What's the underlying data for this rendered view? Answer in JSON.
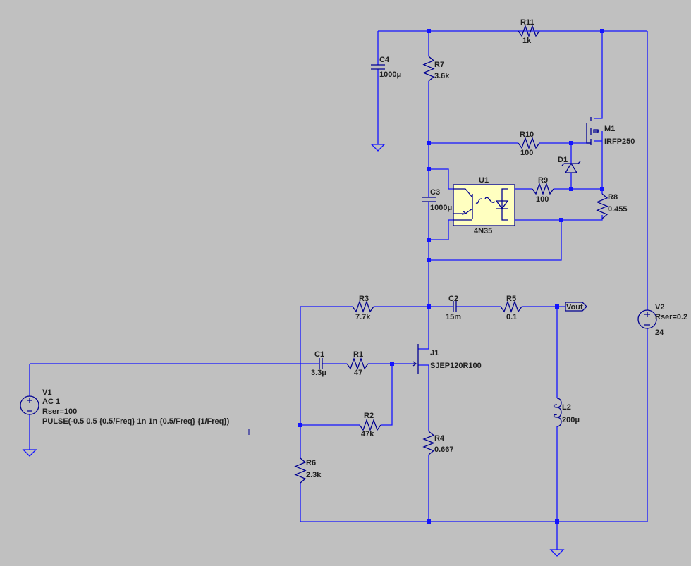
{
  "colors": {
    "background": "#c0c0c0",
    "wire": "#1414ff",
    "component": "#000090",
    "optocoupler_fill": "#ffffc0"
  },
  "components": {
    "R11": {
      "name": "R11",
      "value": "1k"
    },
    "C4": {
      "name": "C4",
      "value": "1000μ"
    },
    "R7": {
      "name": "R7",
      "value": "3.6k"
    },
    "R10": {
      "name": "R10",
      "value": "100"
    },
    "M1": {
      "name": "M1",
      "value": "IRFP250"
    },
    "D1": {
      "name": "D1"
    },
    "U1": {
      "name": "U1",
      "value": "4N35"
    },
    "R9": {
      "name": "R9",
      "value": "100"
    },
    "R8": {
      "name": "R8",
      "value": "0.455"
    },
    "C3": {
      "name": "C3",
      "value": "1000μ"
    },
    "R3": {
      "name": "R3",
      "value": "7.7k"
    },
    "C2": {
      "name": "C2",
      "value": "15m"
    },
    "R5": {
      "name": "R5",
      "value": "0.1"
    },
    "L2": {
      "name": "L2",
      "value": "200μ"
    },
    "V2": {
      "name": "V2",
      "param": "Rser=0.2",
      "value": "24"
    },
    "C1": {
      "name": "C1",
      "value": "3.3μ"
    },
    "R1": {
      "name": "R1",
      "value": "47"
    },
    "J1": {
      "name": "J1",
      "value": "SJEP120R100"
    },
    "R2": {
      "name": "R2",
      "value": "47k"
    },
    "R4": {
      "name": "R4",
      "value": "0.667"
    },
    "R6": {
      "name": "R6",
      "value": "2.3k"
    },
    "V1": {
      "name": "V1",
      "ac": "AC 1",
      "param": "Rser=100",
      "value": "PULSE(-0.5 0.5 {0.5/Freq} 1n 1n {0.5/Freq} {1/Freq})"
    }
  },
  "net_labels": {
    "vout": "Vout"
  }
}
